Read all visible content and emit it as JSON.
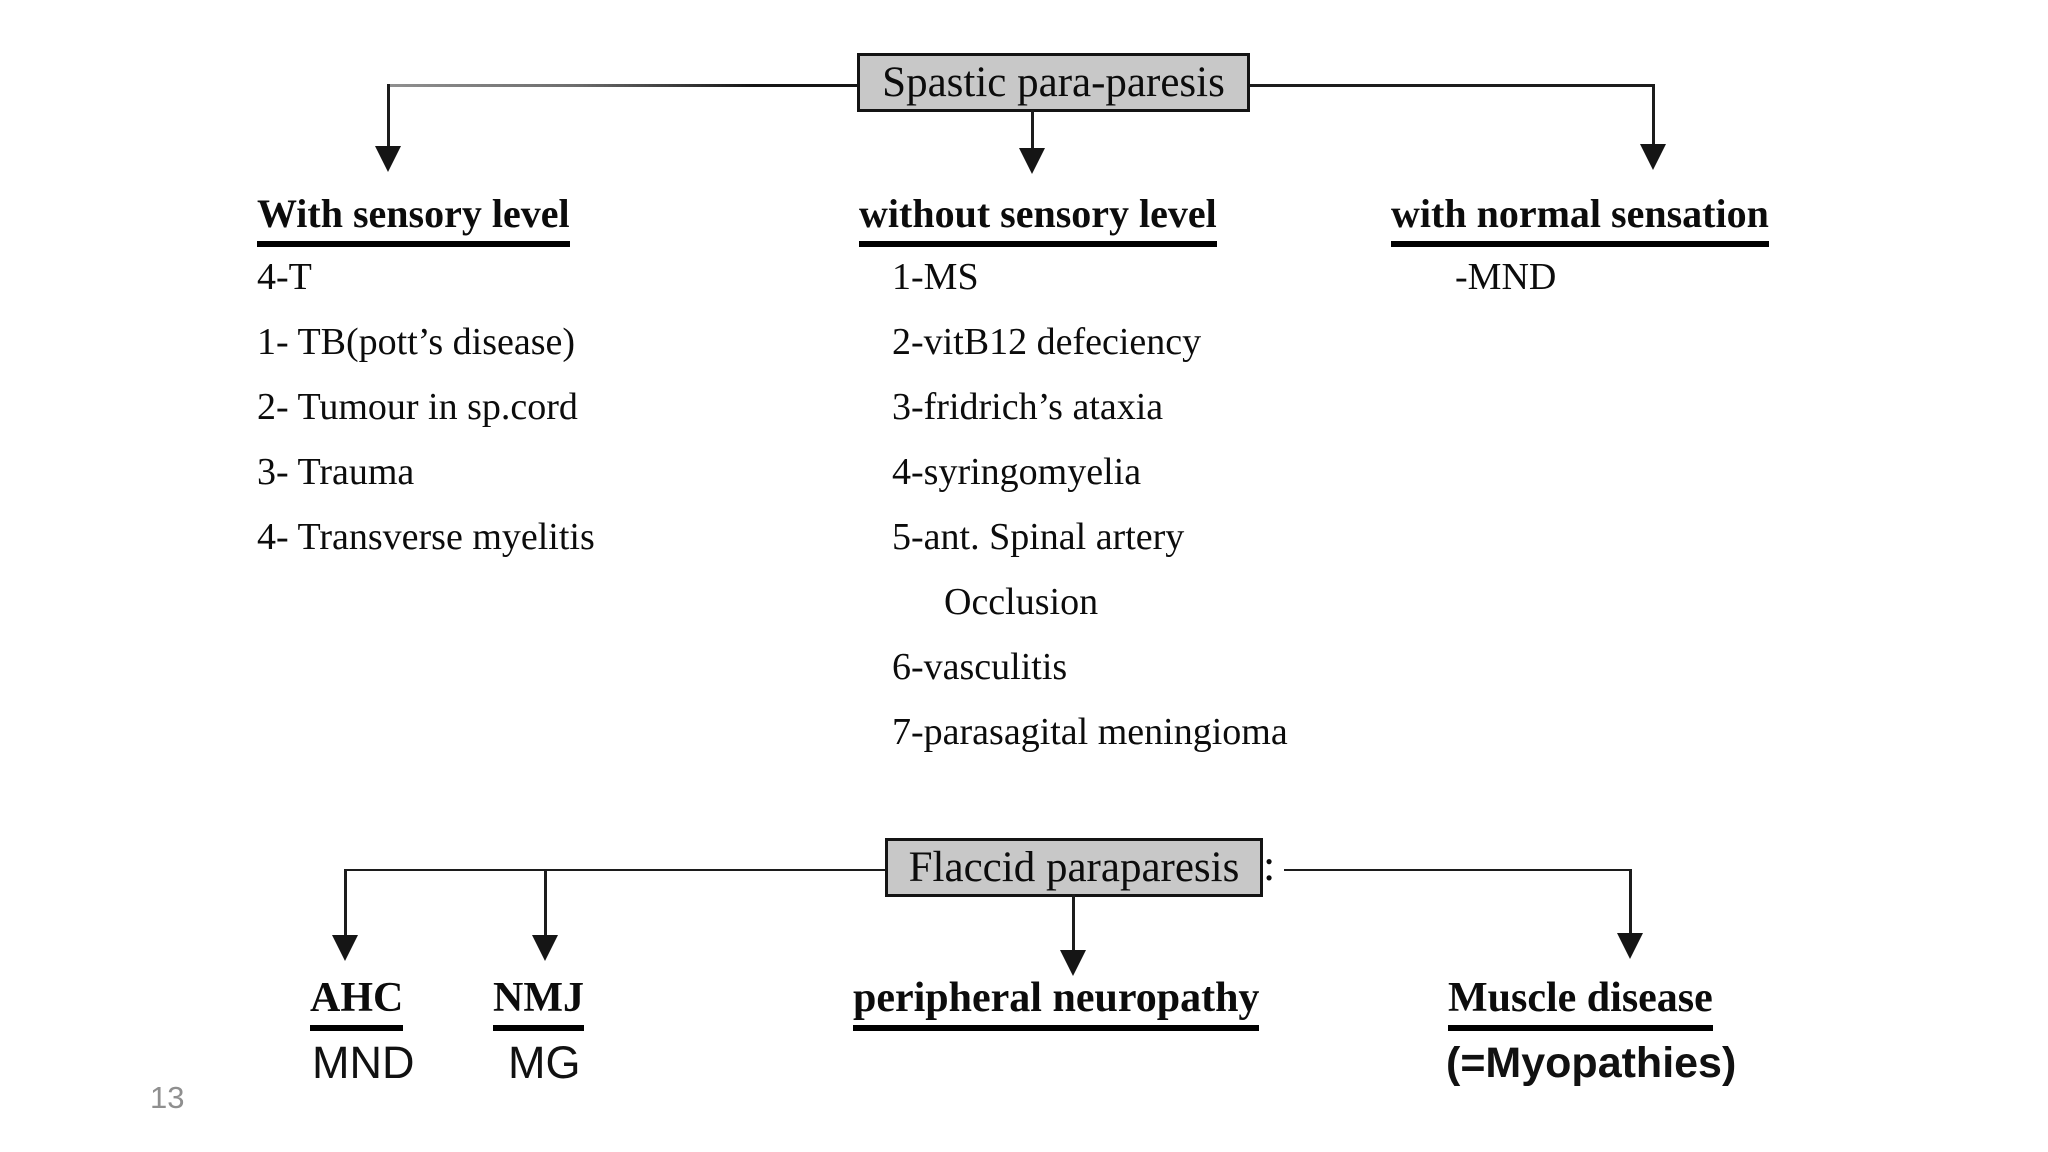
{
  "page_number": "13",
  "colors": {
    "box_fill": "#c8c8c8",
    "box_border": "#141414",
    "connector_line": "#1c1c1c",
    "heading_underline": "#000000",
    "text": "#0c0c0c",
    "page_number": "#8f8f8f"
  },
  "spastic_section": {
    "root_label": "Spastic para-paresis",
    "branches": [
      {
        "heading": "With sensory level",
        "items": [
          "4-T",
          "1- TB(pott’s disease)",
          "2- Tumour in sp.cord",
          "3- Trauma",
          "4- Transverse myelitis"
        ]
      },
      {
        "heading": "without sensory level",
        "items": [
          "1-MS",
          "2-vitB12 defeciency",
          "3-fridrich’s ataxia",
          "4-syringomyelia",
          "5-ant. Spinal artery",
          "Occlusion",
          "6-vasculitis",
          "7-parasagital meningioma"
        ]
      },
      {
        "heading": "with normal sensation",
        "items": [
          "-MND"
        ]
      }
    ]
  },
  "flaccid_section": {
    "root_label": "Flaccid paraparesis",
    "colon": ":",
    "branches": [
      {
        "heading": "AHC",
        "detail": "MND"
      },
      {
        "heading": "NMJ",
        "detail": "MG"
      },
      {
        "heading": "peripheral neuropathy"
      },
      {
        "heading": "Muscle disease",
        "detail": "(=Myopathies)"
      }
    ]
  }
}
